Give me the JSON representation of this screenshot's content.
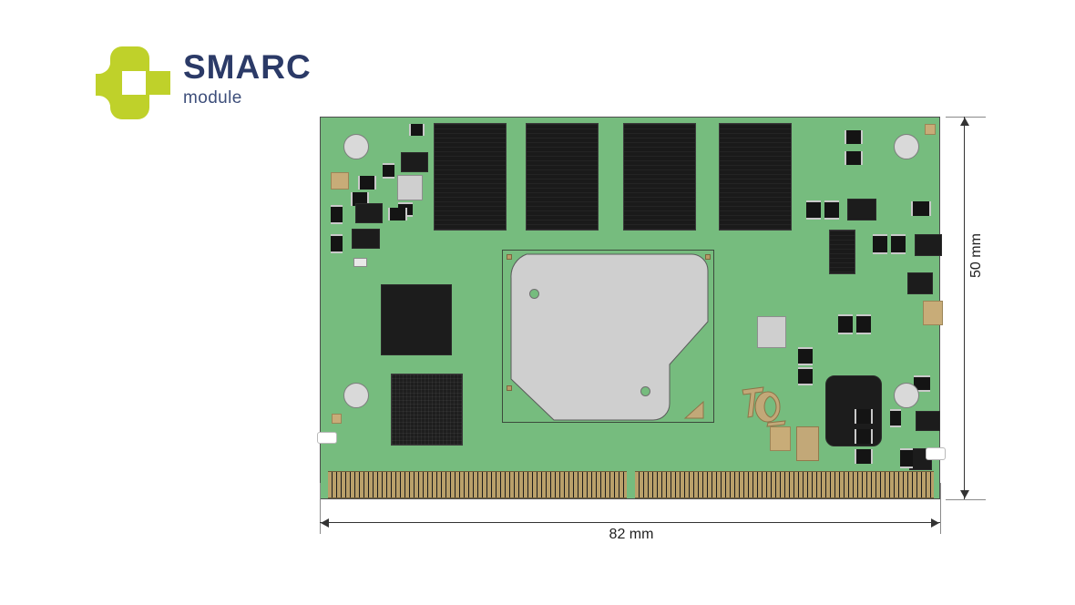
{
  "logo": {
    "mark_name": "smarc-cross-mark",
    "title": "SMARC",
    "subtitle": "module",
    "mark_color": "#bfd12a",
    "text_color": "#2b3a67"
  },
  "board": {
    "name": "smarc-module-photo",
    "pcb_color": "#76bc7e",
    "silkscreen_logo": "TQ",
    "silkscreen_color": "#c2a878",
    "edge_connector": {
      "name": "board-edge-connector",
      "finger_color": "#b9a06a",
      "segments": 2
    },
    "components": {
      "memory_chips": 4,
      "soc_heatspreader_color": "#cfcfcf"
    }
  },
  "dimensions": {
    "width_label": "82 mm",
    "height_label": "50 mm",
    "line_color": "#333333"
  }
}
